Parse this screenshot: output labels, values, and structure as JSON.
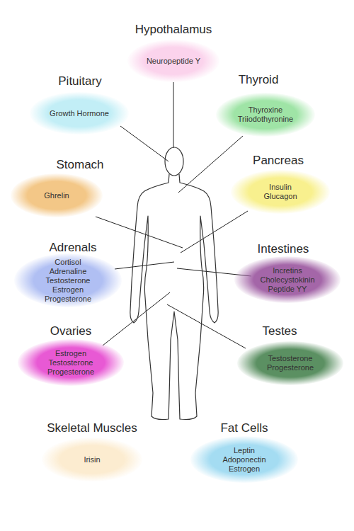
{
  "diagram": {
    "nodes": [
      {
        "text": [
          "Hypothalamus",
          "Neuropeptide Y"
        ]
      },
      {
        "text": [
          "Pituitary",
          "Growth Hormone"
        ]
      },
      {
        "text": [
          "Thyroid",
          "Thyroxine",
          "Triiodothyronine"
        ]
      },
      {
        "text": [
          "Stomach",
          "Ghrelin"
        ]
      },
      {
        "text": [
          "Pancreas",
          "Insulin",
          "Glucagon"
        ]
      },
      {
        "text": [
          "Adrenals",
          "Cortisol",
          "Adrenaline",
          "Testosterone",
          "Estrogen",
          "Progesterone"
        ]
      },
      {
        "text": [
          "Intestines",
          "Incretins",
          "Cholecystokinin",
          "Peptide YY"
        ]
      },
      {
        "text": [
          "Ovaries",
          "Estrogen",
          "Testosterone",
          "Progesterone"
        ]
      },
      {
        "text": [
          "Testes",
          "Testosterone",
          "Progesterone"
        ]
      },
      {
        "text": [
          "Skeletal Muscles",
          "Irisin"
        ]
      },
      {
        "text": [
          "Fat Cells",
          "Leptin",
          "Adoponectin",
          "Estrogen"
        ]
      }
    ]
  }
}
